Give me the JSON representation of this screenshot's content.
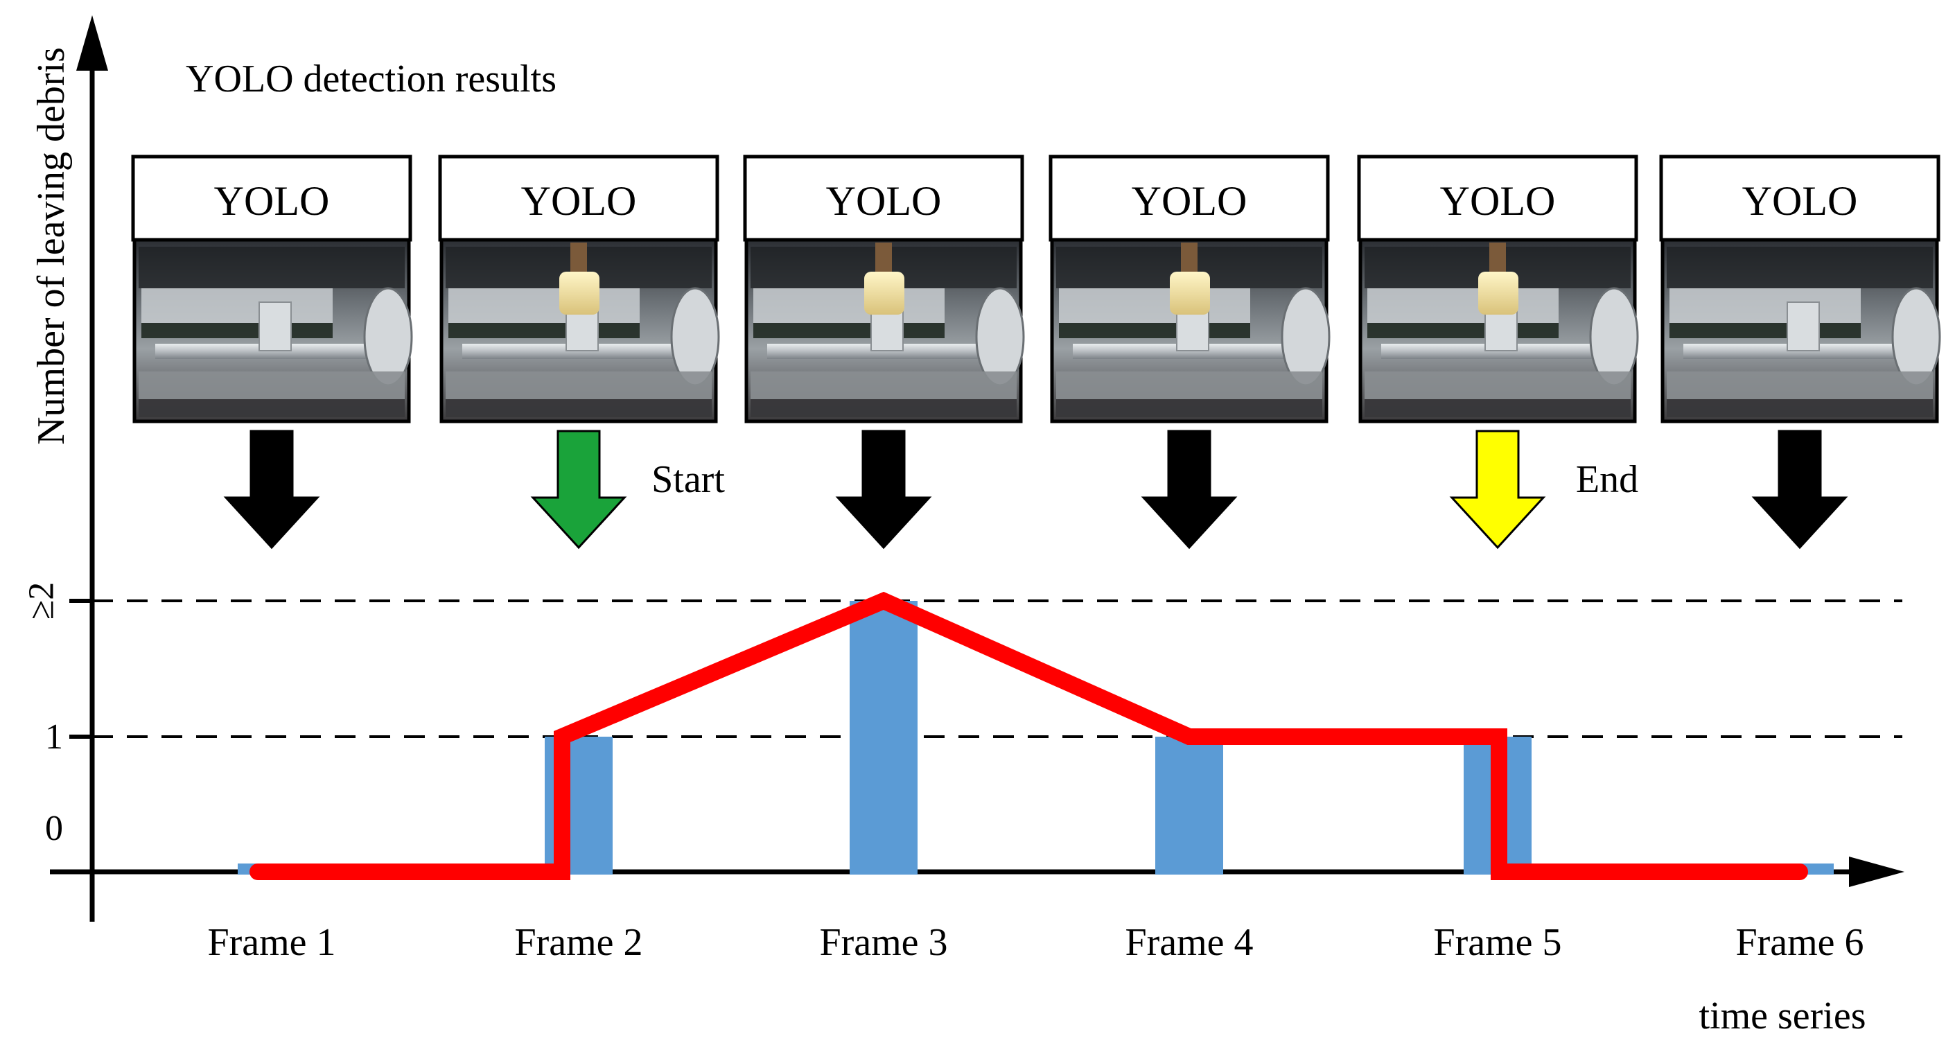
{
  "header": {
    "title": "YOLO detection results"
  },
  "axes": {
    "y_label": "Number of leaving debris",
    "x_label": "time series",
    "y_ticks": [
      "≥2",
      "1",
      "0"
    ]
  },
  "frames": [
    {
      "label": "Frame 1",
      "panel_label": "YOLO",
      "brush": false,
      "arrow_color": "#000000",
      "marker": "",
      "count": 0
    },
    {
      "label": "Frame 2",
      "panel_label": "YOLO",
      "brush": true,
      "arrow_color": "#1aa33a",
      "marker": "Start",
      "count": 1
    },
    {
      "label": "Frame 3",
      "panel_label": "YOLO",
      "brush": true,
      "arrow_color": "#000000",
      "marker": "",
      "count": 2
    },
    {
      "label": "Frame 4",
      "panel_label": "YOLO",
      "brush": true,
      "arrow_color": "#000000",
      "marker": "",
      "count": 1
    },
    {
      "label": "Frame 5",
      "panel_label": "YOLO",
      "brush": true,
      "arrow_color": "#ffff00",
      "marker": "End",
      "count": 1
    },
    {
      "label": "Frame 6",
      "panel_label": "YOLO",
      "brush": false,
      "arrow_color": "#000000",
      "marker": "",
      "count": 0
    }
  ],
  "colors": {
    "bar": "#5b9bd5",
    "line": "#ff0000",
    "axis": "#000000"
  }
}
